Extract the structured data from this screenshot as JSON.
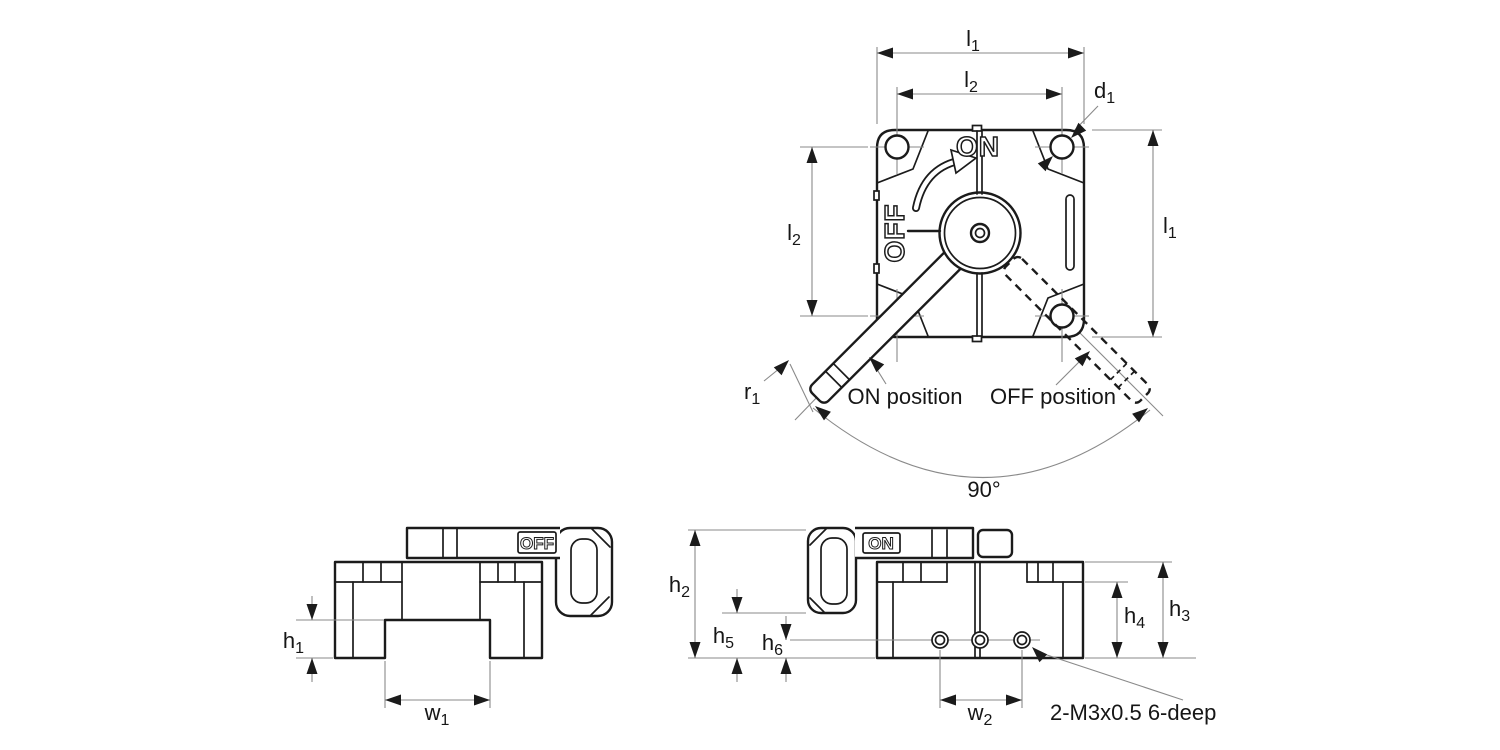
{
  "top_view": {
    "on_flag": "ON",
    "off_flag": "OFF",
    "on_position": "ON position",
    "off_position": "OFF position",
    "rotation_angle": "90°"
  },
  "side_off": {
    "flag": "OFF"
  },
  "side_on": {
    "flag": "ON",
    "thread_note": "2-M3x0.5 6-deep"
  },
  "dims": {
    "l1": {
      "base": "l",
      "sub": "1"
    },
    "l2": {
      "base": "l",
      "sub": "2"
    },
    "d1": {
      "base": "d",
      "sub": "1"
    },
    "r1": {
      "base": "r",
      "sub": "1"
    },
    "w1": {
      "base": "w",
      "sub": "1"
    },
    "w2": {
      "base": "w",
      "sub": "2"
    },
    "h1": {
      "base": "h",
      "sub": "1"
    },
    "h2": {
      "base": "h",
      "sub": "2"
    },
    "h3": {
      "base": "h",
      "sub": "3"
    },
    "h4": {
      "base": "h",
      "sub": "4"
    },
    "h5": {
      "base": "h",
      "sub": "5"
    },
    "h6": {
      "base": "h",
      "sub": "6"
    }
  },
  "colors": {
    "line": "#1b1b1b",
    "dimension": "#8a8a8a",
    "background": "#ffffff"
  }
}
